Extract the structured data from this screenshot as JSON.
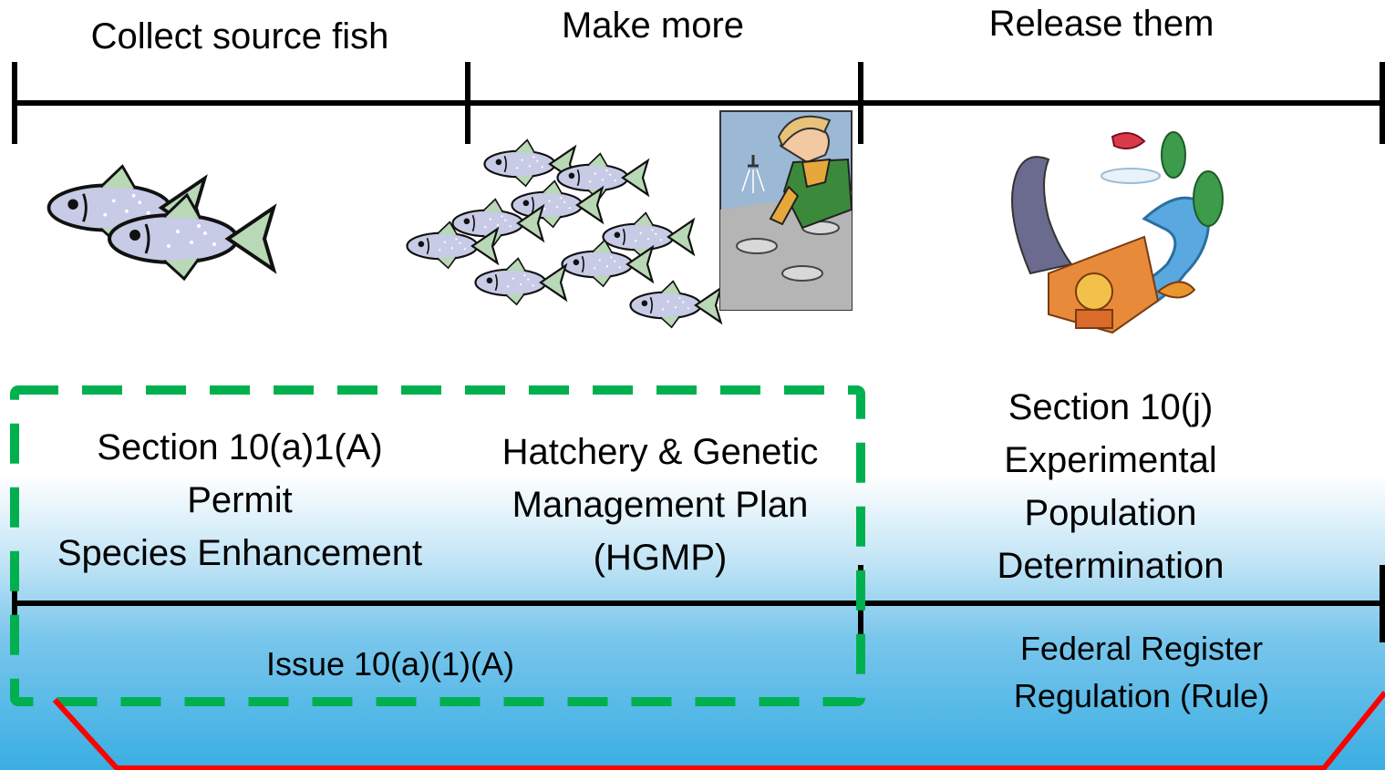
{
  "stages": {
    "collect": "Collect source fish",
    "make": "Make more",
    "release": "Release them"
  },
  "permits": {
    "section_10a1a": [
      "Section 10(a)1(A)",
      "Permit",
      "Species Enhancement"
    ],
    "hgmp": [
      "Hatchery & Genetic",
      "Management Plan",
      "(HGMP)"
    ],
    "section_10j": [
      "Section 10(j)",
      "Experimental",
      "Population",
      "Determination"
    ]
  },
  "outcomes": {
    "issue": "Issue 10(a)(1)(A)",
    "federal_register": [
      "Federal Register",
      "Regulation (Rule)"
    ]
  },
  "icons": {
    "source_fish": "fish-pair-icon",
    "many_fish": "fish-school-icon",
    "hatchery_worker": "hatchery-worker-icon",
    "release_river": "river-release-icon"
  },
  "colors": {
    "dashed_box": "#00b04f",
    "bottom_bracket": "#ff0000",
    "timeline": "#000000"
  }
}
